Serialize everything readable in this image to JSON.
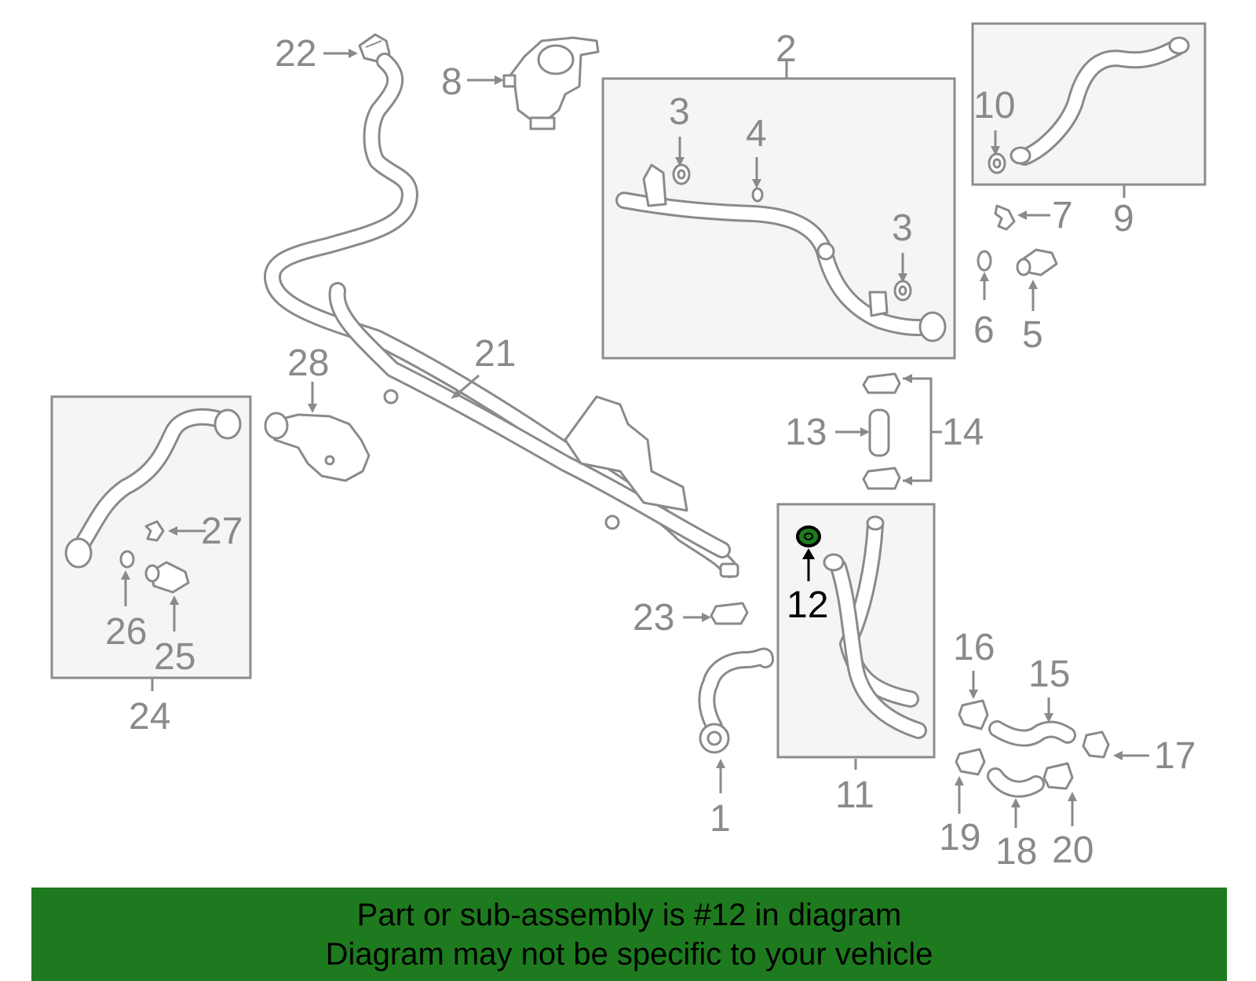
{
  "banner": {
    "line1": "Part or sub-assembly is #12 in diagram",
    "line2": "Diagram may not be specific to your vehicle"
  },
  "highlight_part": "12",
  "colors": {
    "banner_bg": "#1e7a1e",
    "part_gray": "#8a8a8a",
    "box_fill": "#f5f5f5",
    "highlight": "#1e7a1e"
  },
  "callouts": {
    "c1": "1",
    "c2": "2",
    "c3a": "3",
    "c3b": "3",
    "c4": "4",
    "c5": "5",
    "c6": "6",
    "c7": "7",
    "c8": "8",
    "c9": "9",
    "c10": "10",
    "c11": "11",
    "c12": "12",
    "c13": "13",
    "c14": "14",
    "c15": "15",
    "c16": "16",
    "c17": "17",
    "c18": "18",
    "c19": "19",
    "c20": "20",
    "c21": "21",
    "c22": "22",
    "c23": "23",
    "c24": "24",
    "c25": "25",
    "c26": "26",
    "c27": "27",
    "c28": "28"
  }
}
